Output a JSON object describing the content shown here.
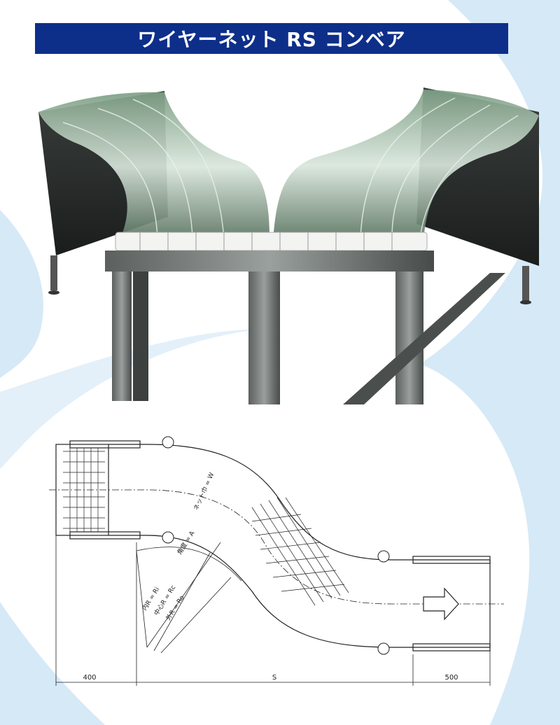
{
  "title": "ワイヤーネット RS コンベア",
  "drawing": {
    "labels": {
      "net_width": "ネット巾 = W",
      "angle": "角度 = A",
      "inner_radius": "内R = Ri",
      "center_radius": "中心R = Rc",
      "outer_radius": "外R = Ro"
    },
    "dimensions": {
      "left": "400",
      "middle": "S",
      "right": "500"
    }
  },
  "colors": {
    "title_bg": "#0d2f8a",
    "title_text": "#ffffff",
    "background_swirl": "#d6e9f7"
  }
}
